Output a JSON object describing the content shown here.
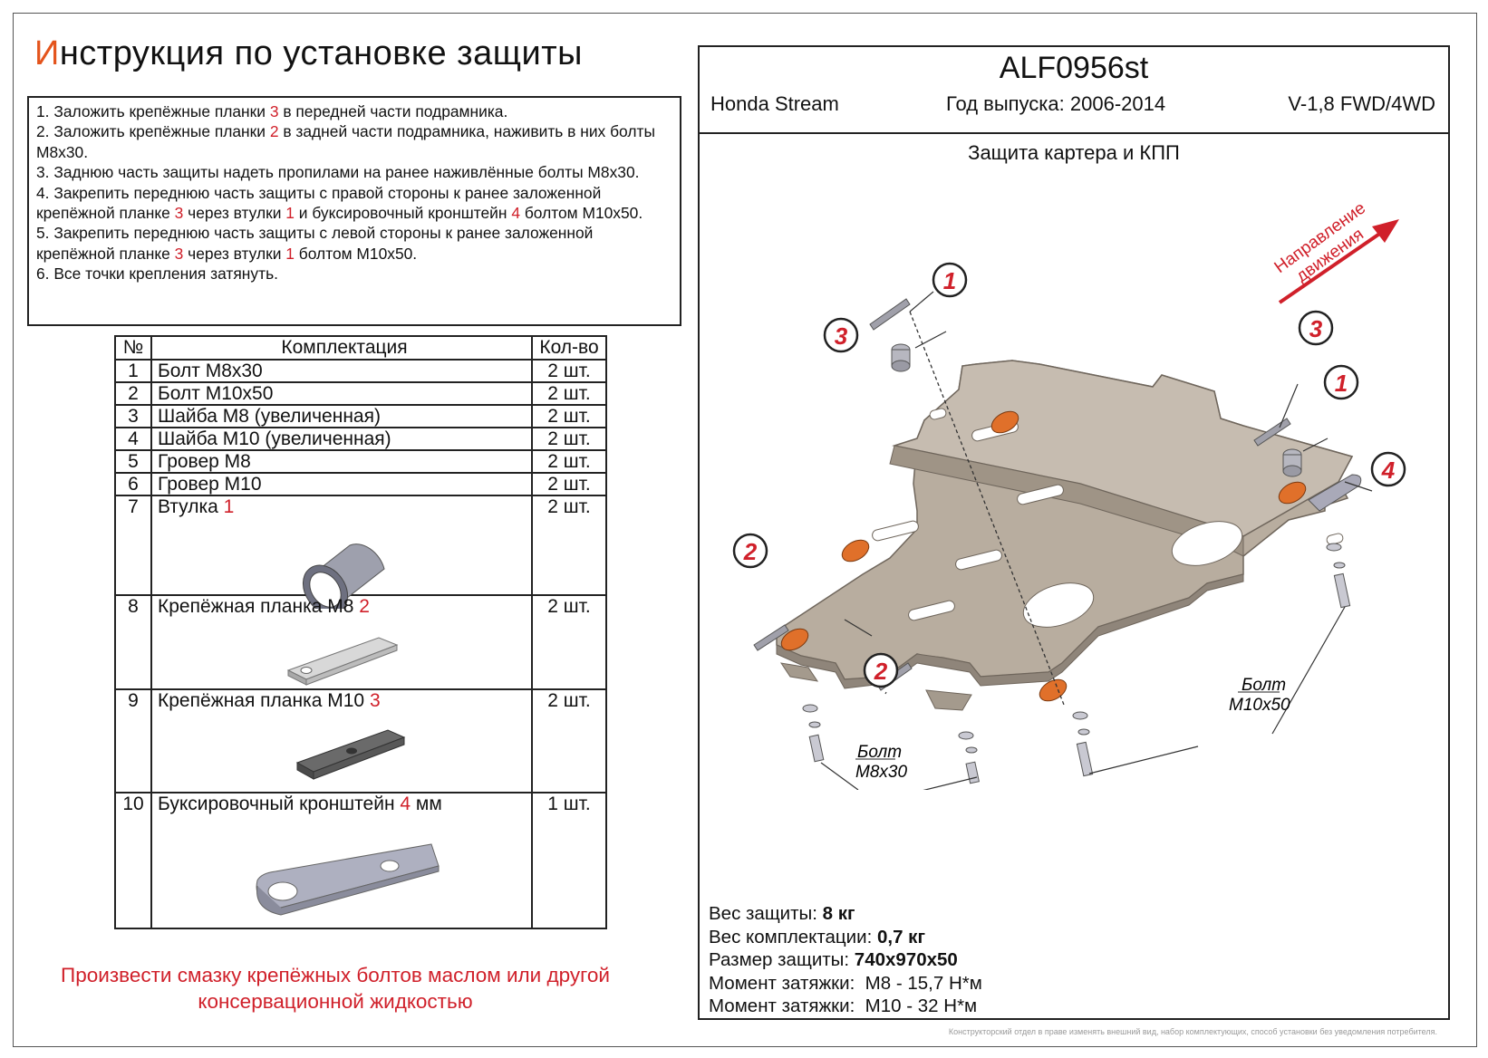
{
  "title": {
    "first_letter": "И",
    "rest": "нструкция по установке защиты"
  },
  "steps": [
    [
      "1. Заложить крепёжные планки ",
      {
        "r": "3"
      },
      " в передней части подрамника."
    ],
    [
      "2. Заложить крепёжные планки ",
      {
        "r": "2"
      },
      " в задней части подрамника, наживить в них болты М8х30."
    ],
    [
      "3. Заднюю часть защиты надеть пропилами на ранее наживлённые болты М8х30."
    ],
    [
      "4. Закрепить переднюю часть защиты с правой стороны к ранее заложенной крепёжной планке ",
      {
        "r": "3"
      },
      " через втулки ",
      {
        "r": "1"
      },
      " и буксировочный кронштейн ",
      {
        "r": "4"
      },
      " болтом М10х50."
    ],
    [
      "5. Закрепить переднюю часть защиты с левой стороны к ранее заложенной крепёжной планке ",
      {
        "r": "3"
      },
      " через втулки ",
      {
        "r": "1"
      },
      " болтом М10х50."
    ],
    [
      "6. Все точки крепления затянуть."
    ]
  ],
  "kit_table": {
    "headers": [
      "№",
      "Комплектация",
      "Кол-во"
    ],
    "rows": [
      {
        "n": "1",
        "name": "Болт М8х30",
        "ref": "",
        "qty": "2 шт.",
        "pic": ""
      },
      {
        "n": "2",
        "name": "Болт М10х50",
        "ref": "",
        "qty": "2 шт.",
        "pic": ""
      },
      {
        "n": "3",
        "name": "Шайба М8 (увеличенная)",
        "ref": "",
        "qty": "2 шт.",
        "pic": ""
      },
      {
        "n": "4",
        "name": "Шайба М10 (увеличенная)",
        "ref": "",
        "qty": "2 шт.",
        "pic": ""
      },
      {
        "n": "5",
        "name": "Гровер М8",
        "ref": "",
        "qty": "2 шт.",
        "pic": ""
      },
      {
        "n": "6",
        "name": "Гровер М10",
        "ref": "",
        "qty": "2 шт.",
        "pic": ""
      },
      {
        "n": "7",
        "name": "Втулка ",
        "ref": "1",
        "qty": "2 шт.",
        "pic": "bushing"
      },
      {
        "n": "8",
        "name": "Крепёжная планка М8 ",
        "ref": "2",
        "qty": "2 шт.",
        "pic": "plate-m8"
      },
      {
        "n": "9",
        "name": "Крепёжная планка М10 ",
        "ref": "3",
        "qty": "2 шт.",
        "pic": "plate-m10"
      },
      {
        "n": "10",
        "name": "Буксировочный кронштейн ",
        "ref": "4",
        "ref_suffix": " мм",
        "qty": "1 шт.",
        "pic": "tow-bracket"
      }
    ]
  },
  "warning": "Произвести смазку крепёжных болтов маслом или другой консервационной жидкостью",
  "product": {
    "code": "ALF0956st",
    "car": "Honda Stream",
    "year": "Год выпуска: 2006-2014",
    "engine": "V-1,8 FWD/4WD",
    "subtitle": "Защита картера и КПП"
  },
  "diagram": {
    "direction_label_1": "Направление",
    "direction_label_2": "движения",
    "callouts": [
      "1",
      "1",
      "2",
      "2",
      "3",
      "3",
      "4"
    ],
    "bolt_m8_label_1": "Болт",
    "bolt_m8_label_2": "М8х30",
    "bolt_m10_label_1": "Болт",
    "bolt_m10_label_2": "М10х50",
    "accent_color": "#d0202a",
    "plate_color": "#b5a99a",
    "pad_color": "#e0702a"
  },
  "specs": [
    {
      "label": "Вес защиты: ",
      "value": "8 кг"
    },
    {
      "label": "Вес комплектации: ",
      "value": "0,7 кг"
    },
    {
      "label": "Размер защиты: ",
      "value": "740х970х50"
    },
    {
      "label": "Момент затяжки:  ",
      "value": "М8 - 15,7 Н*м",
      "plain": true
    },
    {
      "label": "Момент затяжки:  ",
      "value": "М10 - 32 Н*м",
      "plain": true
    }
  ],
  "footnote": "Конструкторский отдел в праве изменять внешний вид, набор комплектующих, способ установки без уведомления потребителя."
}
